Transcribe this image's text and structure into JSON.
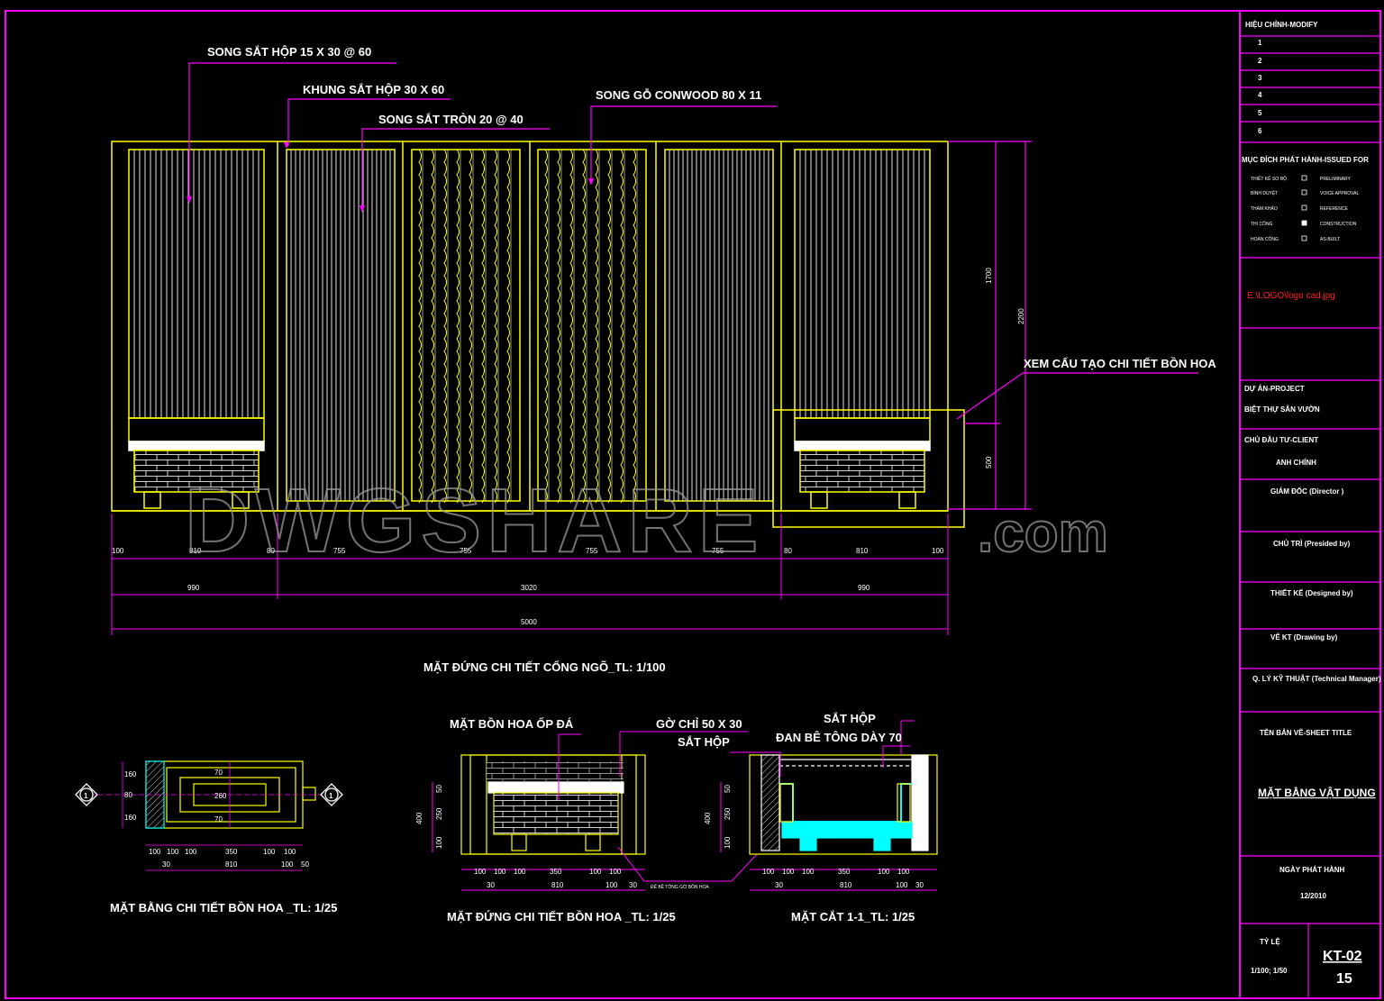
{
  "colors": {
    "frame": "#ff00ff",
    "line": "#ffff00",
    "text": "#ffffff",
    "accent": "#00ffff",
    "red": "#ff2020",
    "grey": "#8a8a8a"
  },
  "callouts": {
    "song_sat_hop": "SONG SẮT HỘP 15 X 30 @ 60",
    "khung_sat_hop": "KHUNG SẮT HỘP 30 X 60",
    "song_sat_tron": "SONG SẮT TRÒN  20 @ 40",
    "song_go": "SONG GỖ CONWOOD 80 X 11",
    "xem_cau_tao": "XEM CẤU TẠO CHI TIẾT BỒN HOA"
  },
  "elevation": {
    "title": "MẶT ĐỨNG CHI TIẾT CỔNG NGÕ_TL: 1/100",
    "dims_row1": [
      "100",
      "810",
      "80",
      "755",
      "755",
      "755",
      "755",
      "80",
      "810",
      "100"
    ],
    "dims_row2": [
      "990",
      "3020",
      "990"
    ],
    "dims_total": "5000",
    "dims_vert": [
      "1700",
      "2200",
      "500"
    ]
  },
  "plan": {
    "title": "MẶT BẰNG CHI TIẾT BỒN HOA _TL: 1/25",
    "section_mark": "1",
    "dims_left": [
      "160",
      "80",
      "160"
    ],
    "dims_right": [
      "70",
      "260",
      "70"
    ],
    "dims_bottom1": [
      "100",
      "100",
      "100",
      "350",
      "100",
      "100"
    ],
    "dims_bottom2": [
      "30",
      "810",
      "100",
      "50"
    ]
  },
  "front": {
    "title": "MẶT ĐỨNG CHI TIẾT BỒN HOA _TL: 1/25",
    "label_mat": "MẶT BỒN HOA ỐP ĐÁ",
    "label_go": "GỜ CHỈ 50 X 30",
    "label_sat": "SẮT HỘP",
    "label_de": "ĐẾ BÊ TÔNG GỜ BỒN HOA",
    "dims_left": [
      "400",
      "50",
      "250",
      "100"
    ],
    "dims_bottom1": [
      "100",
      "100",
      "100",
      "350",
      "100",
      "100"
    ],
    "dims_bottom2": [
      "30",
      "810",
      "100",
      "30"
    ]
  },
  "section": {
    "title": "MẶT CẮT 1-1_TL: 1/25",
    "label_sat": "SẮT HỘP",
    "label_dan": "ĐAN BÊ TÔNG DÀY 70",
    "dims_left": [
      "400",
      "50",
      "250",
      "100"
    ],
    "dims_bottom1": [
      "100",
      "100",
      "100",
      "350",
      "100",
      "100"
    ],
    "dims_bottom2": [
      "30",
      "810",
      "100",
      "30"
    ]
  },
  "watermark": {
    "main": "DWGSHARE",
    "suffix": ".com"
  },
  "title_block": {
    "modify_header": "HIỆU CHỈNH-MODIFY",
    "modify_rows": [
      "1",
      "2",
      "3",
      "4",
      "5",
      "6"
    ],
    "issued_header": "MỤC ĐÍCH PHÁT HÀNH-ISSUED FOR",
    "issued_left": [
      "THIẾT KẾ SƠ BỘ",
      "BÌNH DUYỆT",
      "THAM KHẢO",
      "THI CÔNG",
      "HOÀN CÔNG"
    ],
    "issued_right": [
      "PRELIMINARY",
      "VOICE APPROVAL",
      "REFERENCE",
      "CONSTRUCTION",
      "AS-BUILT"
    ],
    "logo_path": "E:\\LOGO\\logo cad.jpg",
    "project_label": "DỰ ÁN-PROJECT",
    "project_name": "BIỆT THỰ SÂN VƯỜN",
    "client_label": "CHỦ ĐẦU TƯ-CLIENT",
    "client_name": "ANH CHÍNH",
    "director": "GIÁM ĐỐC  (Director )",
    "presided": "CHỦ TRÌ (Presided by)",
    "designed": "THIẾT KẾ (Designed by)",
    "drawing": "VẼ KT (Drawing by)",
    "technical": "Q. LÝ KỸ THUẬT (Technical Manager)",
    "sheet_title_label": "TÊN BẢN VẼ-SHEET TITLE",
    "sheet_title": "MẶT BẰNG VẬT DỤNG",
    "date_label": "NGÀY PHÁT HÀNH",
    "date": "12/2010",
    "scale_label": "TỶ LỆ",
    "scale": "1/100; 1/50",
    "sheet_code": "KT-02",
    "sheet_no": "15"
  }
}
